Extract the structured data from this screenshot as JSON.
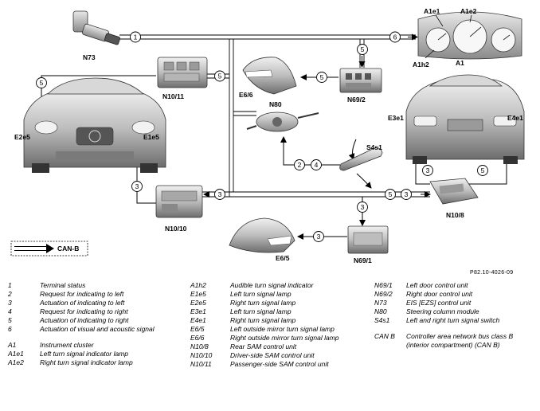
{
  "diagram": {
    "labels": {
      "n73": "N73",
      "n10_11": "N10/11",
      "e6_6": "E6/6",
      "n69_2": "N69/2",
      "a1e1": "A1e1",
      "a1e2": "A1e2",
      "a1h2": "A1h2",
      "a1": "A1",
      "e2e5": "E2e5",
      "e1e5": "E1e5",
      "n80": "N80",
      "s4s1": "S4s1",
      "e3e1": "E3e1",
      "e4e1": "E4e1",
      "n10_10": "N10/10",
      "n10_8": "N10/8",
      "e6_5": "E6/5",
      "n69_1": "N69/1",
      "can_b": "CAN-B"
    },
    "markers": {
      "m1": "1",
      "m6": "6",
      "m5a": "5",
      "m5b": "5",
      "m5c": "5",
      "m5d": "5",
      "m5e": "5",
      "m3a": "3",
      "m3b": "3",
      "m3c": "3",
      "m3d": "3",
      "m3e": "3",
      "m3f": "3",
      "m2": "2",
      "m4": "4",
      "m5f": "5"
    },
    "reference": "P82.10-4026-09"
  },
  "legend": {
    "col1": [
      {
        "key": "1",
        "text": "Terminal status"
      },
      {
        "key": "2",
        "text": "Request for indicating to left"
      },
      {
        "key": "3",
        "text": "Actuation of indicating to left"
      },
      {
        "key": "4",
        "text": "Request for indicating to right"
      },
      {
        "key": "5",
        "text": "Actuation of indicating to right"
      },
      {
        "key": "6",
        "text": "Actuation of visual and acoustic signal"
      },
      {
        "key": "A1",
        "text": "Instrument cluster"
      },
      {
        "key": "A1e1",
        "text": "Left turn signal indicator lamp"
      },
      {
        "key": "A1e2",
        "text": "Right turn signal indicator lamp"
      }
    ],
    "col2": [
      {
        "key": "A1h2",
        "text": "Audible turn signal indicator"
      },
      {
        "key": "E1e5",
        "text": "Left turn signal lamp"
      },
      {
        "key": "E2e5",
        "text": "Right turn signal lamp"
      },
      {
        "key": "E3e1",
        "text": "Left turn signal lamp"
      },
      {
        "key": "E4e1",
        "text": "Right turn signal lamp"
      },
      {
        "key": "E6/5",
        "text": "Left outside mirror turn signal lamp"
      },
      {
        "key": "E6/6",
        "text": "Right outside mirror turn signal lamp"
      },
      {
        "key": "N10/8",
        "text": "Rear SAM control unit"
      },
      {
        "key": "N10/10",
        "text": "Driver-side SAM control unit"
      },
      {
        "key": "N10/11",
        "text": "Passenger-side SAM control unit"
      }
    ],
    "col3": [
      {
        "key": "N69/1",
        "text": "Left door control unit"
      },
      {
        "key": "N69/2",
        "text": "Right door control unit"
      },
      {
        "key": "N73",
        "text": "EIS [EZS] control unit"
      },
      {
        "key": "N80",
        "text": "Steering column module"
      },
      {
        "key": "S4s1",
        "text": "Left and right turn signal switch"
      },
      {
        "key": "CAN B",
        "text": "Controller area network bus class B (interior compartment) (CAN B)"
      }
    ]
  }
}
